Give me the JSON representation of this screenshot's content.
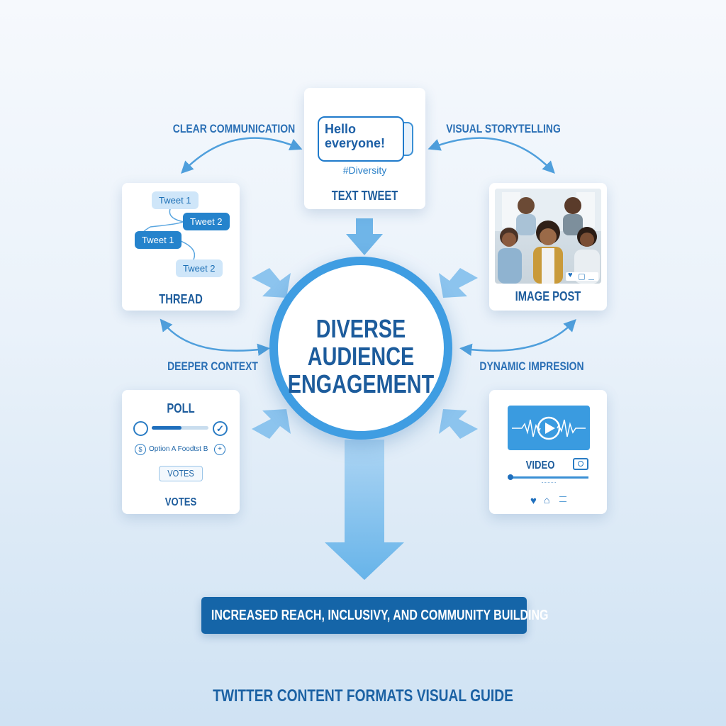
{
  "center": {
    "line1": "DIVERSE",
    "line2": "AUDIENCE",
    "line3": "ENGAGEMENT"
  },
  "links": {
    "clear": "CLEAR COMMUNICATION",
    "visual": "VISUAL STORYTELLING",
    "deeper": "DEEPER CONTEXT",
    "dynamic": "DYNAMIC IMPRESION"
  },
  "text_tweet": {
    "bubble_text": "Hello everyone!",
    "hashtag": "#Diversity",
    "title": "TEXT TWEET"
  },
  "thread": {
    "title": "THREAD",
    "tweets": [
      "Tweet 1",
      "Tweet 2",
      "Tweet 1",
      "Tweet 2"
    ]
  },
  "image_post": {
    "title": "IMAGE POST"
  },
  "poll": {
    "title": "POLL",
    "option_prefix": "$",
    "option_text": "Option A Foodtst B",
    "option_suffix": "+",
    "votes_button": "VOTES",
    "footer": "VOTES",
    "progress": 0.52
  },
  "video": {
    "title": "VIDEO"
  },
  "result_banner": "INCREASED REACH, INCLUSIVY, AND COMMUNITY BUILDING",
  "footer_title": "TWITTER CONTENT FORMATS VISUAL GUIDE",
  "colors": {
    "primary": "#1f66a8",
    "accent": "#3a95dc",
    "arrow": "#7fbcea",
    "banner": "#1565a8"
  }
}
